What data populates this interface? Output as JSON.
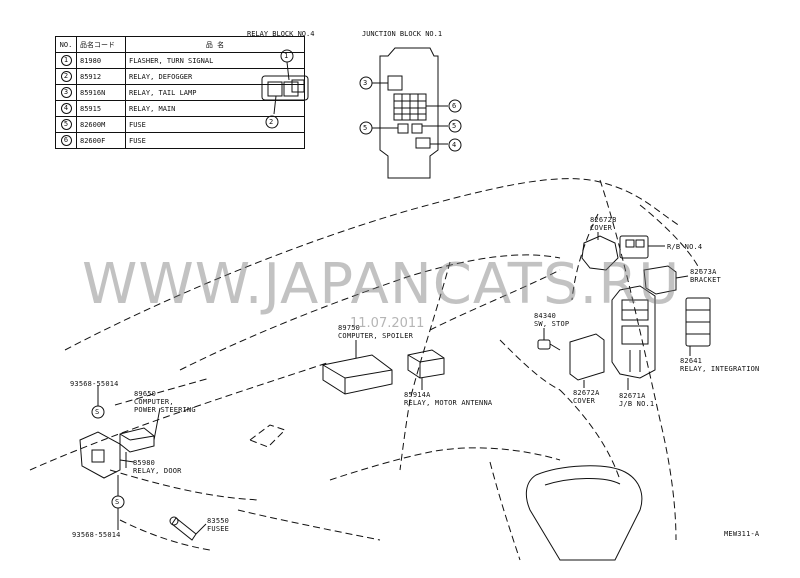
{
  "table": {
    "headers": {
      "no": "NO.",
      "code": "品名コード",
      "name": "品 名"
    },
    "rows": [
      {
        "no": "1",
        "code": "81980",
        "name": "FLASHER, TURN SIGNAL"
      },
      {
        "no": "2",
        "code": "85912",
        "name": "RELAY, DEFOGGER"
      },
      {
        "no": "3",
        "code": "85916N",
        "name": "RELAY, TAIL LAMP"
      },
      {
        "no": "4",
        "code": "85915",
        "name": "RELAY, MAIN"
      },
      {
        "no": "5",
        "code": "82600M",
        "name": "FUSE"
      },
      {
        "no": "6",
        "code": "82600F",
        "name": "FUSE"
      }
    ]
  },
  "blocks": {
    "relay_block": "RELAY BLOCK NO.4",
    "junction_block": "JUNCTION BLOCK NO.1",
    "callouts": [
      "1",
      "2",
      "3",
      "4",
      "5",
      "5",
      "6"
    ]
  },
  "labels": {
    "p82672B": "82672B\nCOVER",
    "rb4": "R/B NO.4",
    "p82673A": "82673A\nBRACKET",
    "p84340": "84340\nSW, STOP",
    "p89750": "89750\nCOMPUTER, SPOILER",
    "p82641": "82641\nRELAY, INTEGRATION",
    "p82672A": "82672A\nCOVER",
    "p82671A": "82671A\nJ/B NO.1",
    "p85914A": "85914A\nRELAY, MOTOR ANTENNA",
    "p93568a": "93568-55014",
    "p89650": "89650\nCOMPUTER,\nPOWER STEERING",
    "p85980": "85980\nRELAY, DOOR",
    "p93568b": "93568-55014",
    "p83550": "83550\nFUSEE",
    "s_mark": "S",
    "drawing_id": "MEW311-A"
  },
  "watermark": {
    "text": "WWW.JAPANCATS.RU",
    "date": "11.07.2011"
  }
}
